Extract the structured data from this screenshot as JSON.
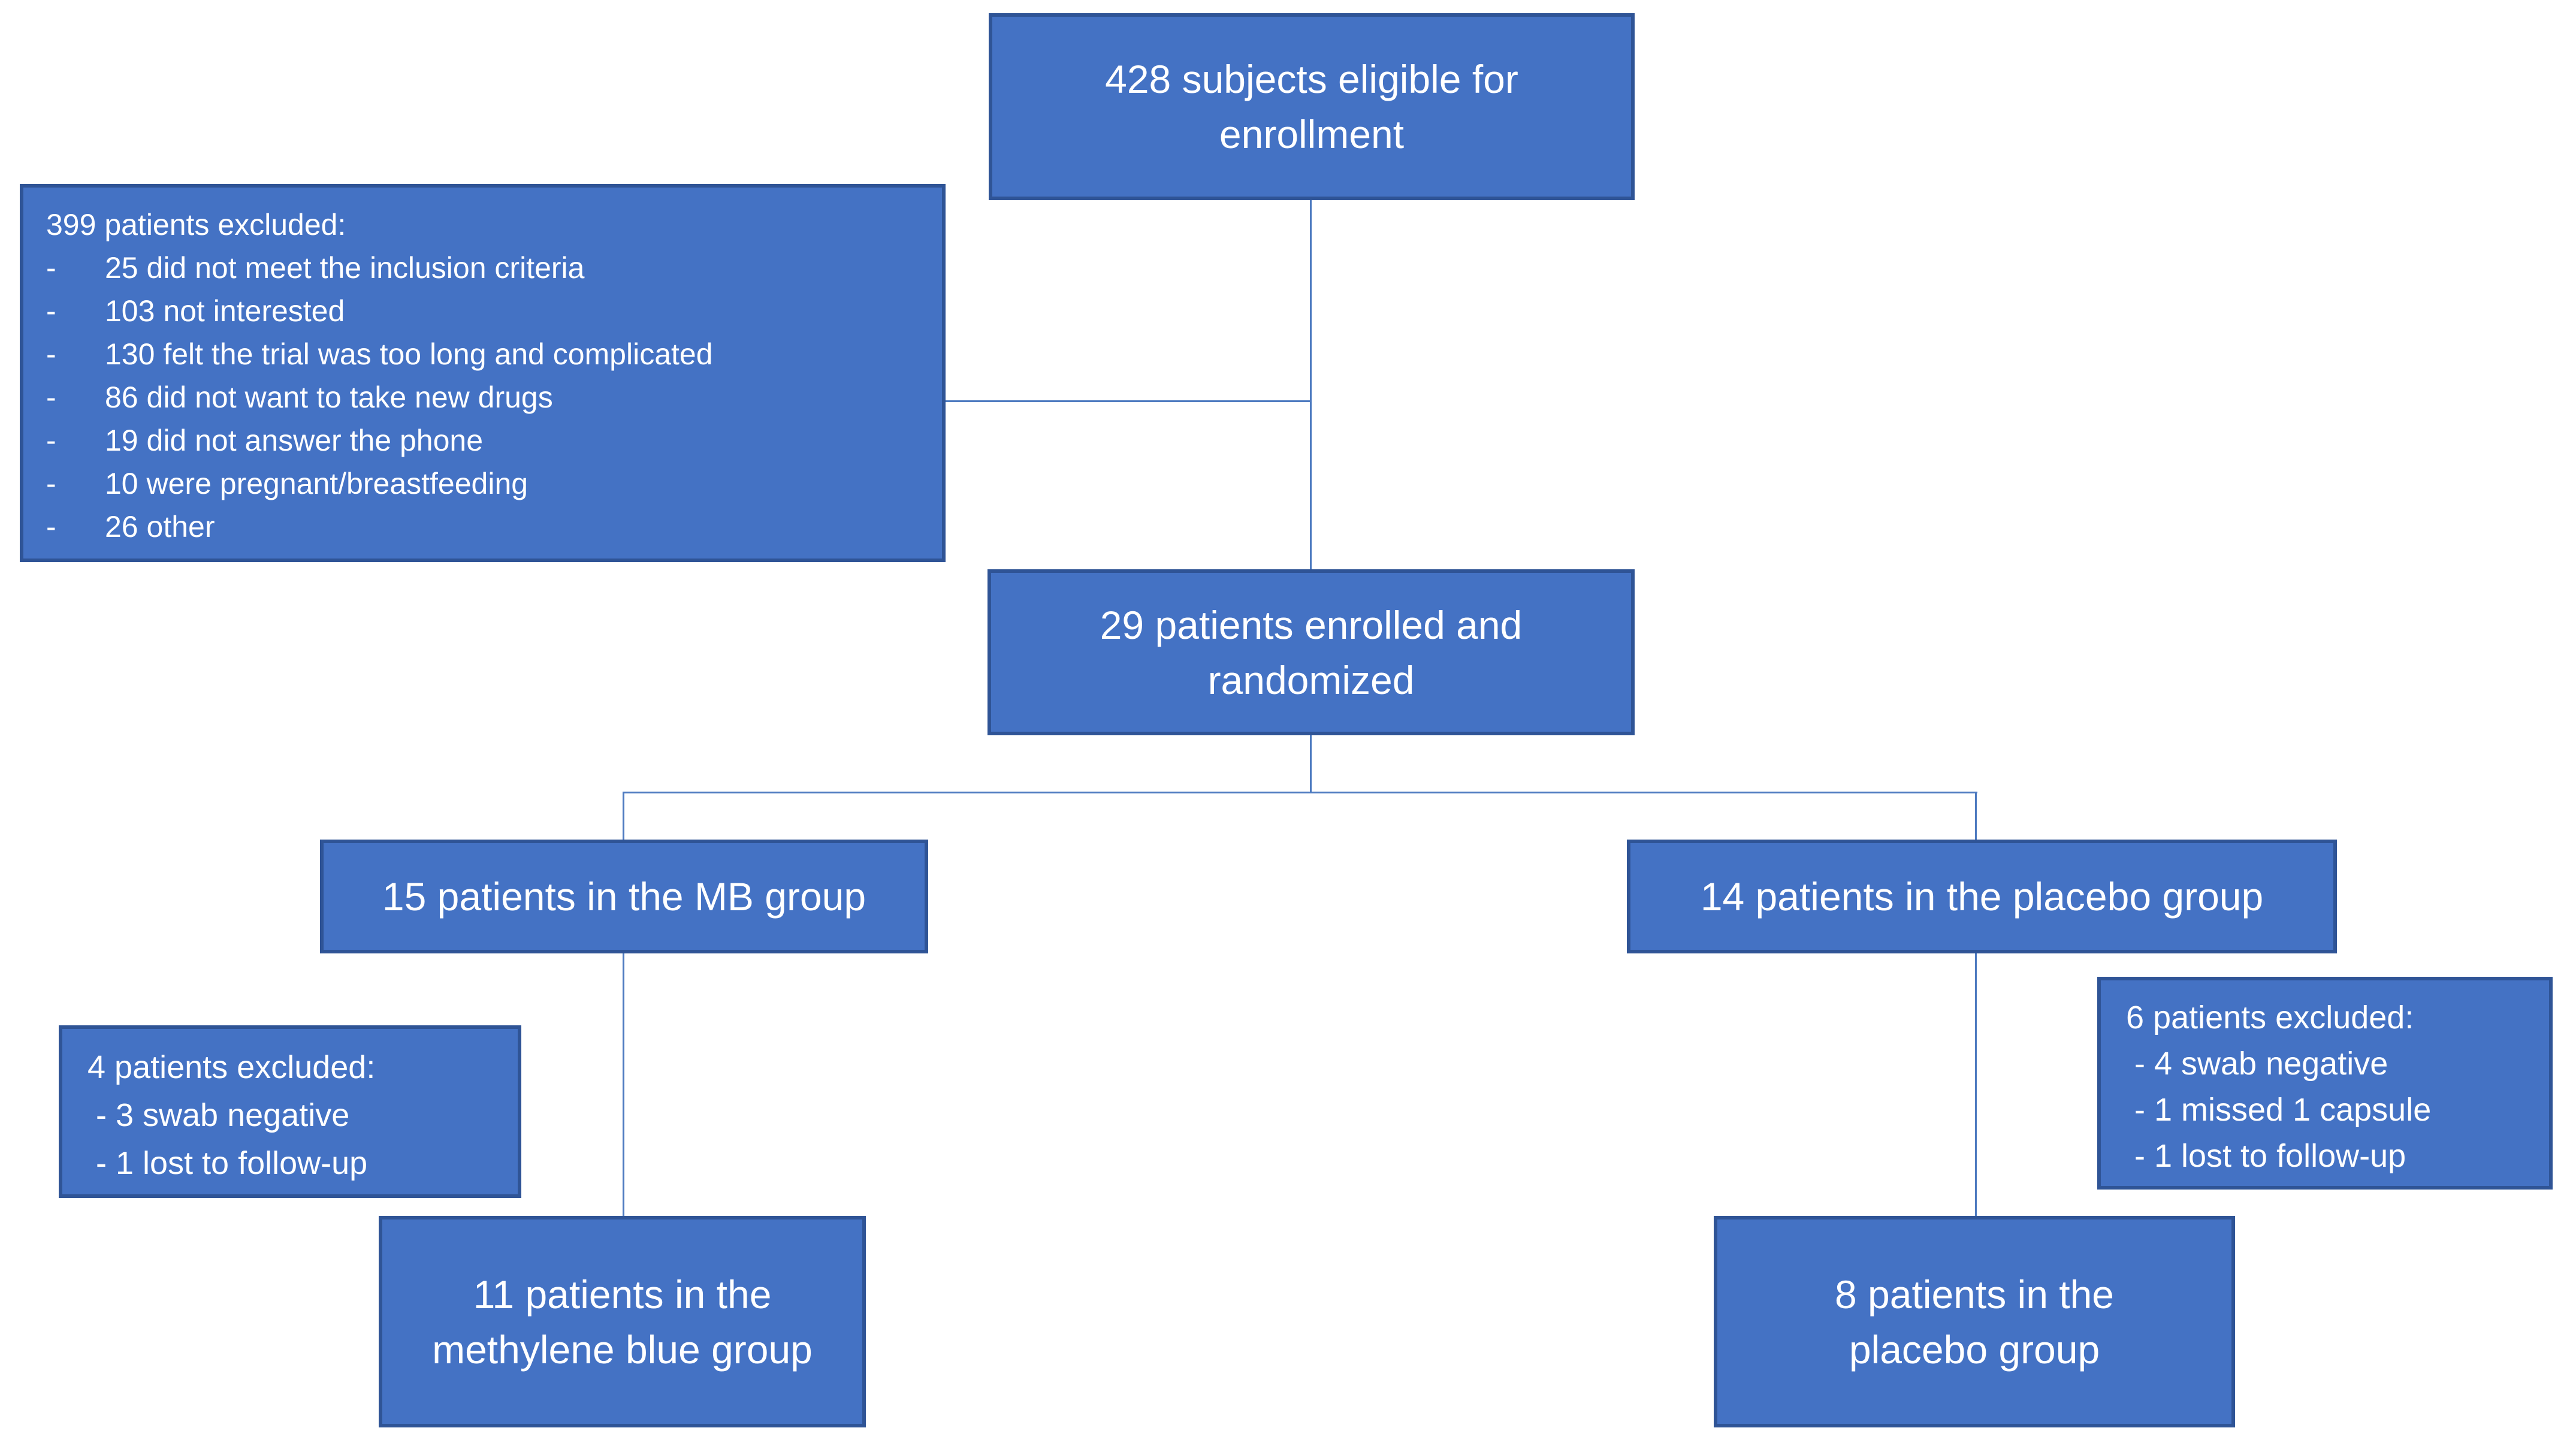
{
  "colors": {
    "background": "#FFFFFF",
    "box_fill": "#4472C4",
    "box_border": "#2F5496",
    "connector": "#4D7AC0",
    "text": "#FFFFFF"
  },
  "diagram": {
    "dash": "-",
    "boxes": {
      "eligible": {
        "text": "428 subjects eligible for enrollment"
      },
      "excluded_main": {
        "title": "399 patients excluded:",
        "items": [
          "25 did not meet the inclusion criteria",
          "103 not interested",
          "130 felt the trial was too long and complicated",
          "86 did not want to take new drugs",
          "19 did not answer the phone",
          "10 were pregnant/breastfeeding",
          "26 other"
        ]
      },
      "enrolled": {
        "text": "29 patients enrolled and randomized"
      },
      "mb_group": {
        "text": "15 patients in the MB group"
      },
      "placebo_group": {
        "text": "14 patients in the placebo group"
      },
      "mb_excluded": {
        "title": "4 patients excluded:",
        "items": [
          "- 3 swab negative",
          "- 1 lost to follow-up"
        ]
      },
      "placebo_excluded": {
        "title": "6 patients excluded:",
        "items": [
          "- 4 swab negative",
          "- 1 missed 1 capsule",
          "- 1 lost to follow-up"
        ]
      },
      "mb_final": {
        "text": "11 patients in the methylene blue group"
      },
      "placebo_final": {
        "text": "8 patients in the placebo group"
      }
    }
  }
}
